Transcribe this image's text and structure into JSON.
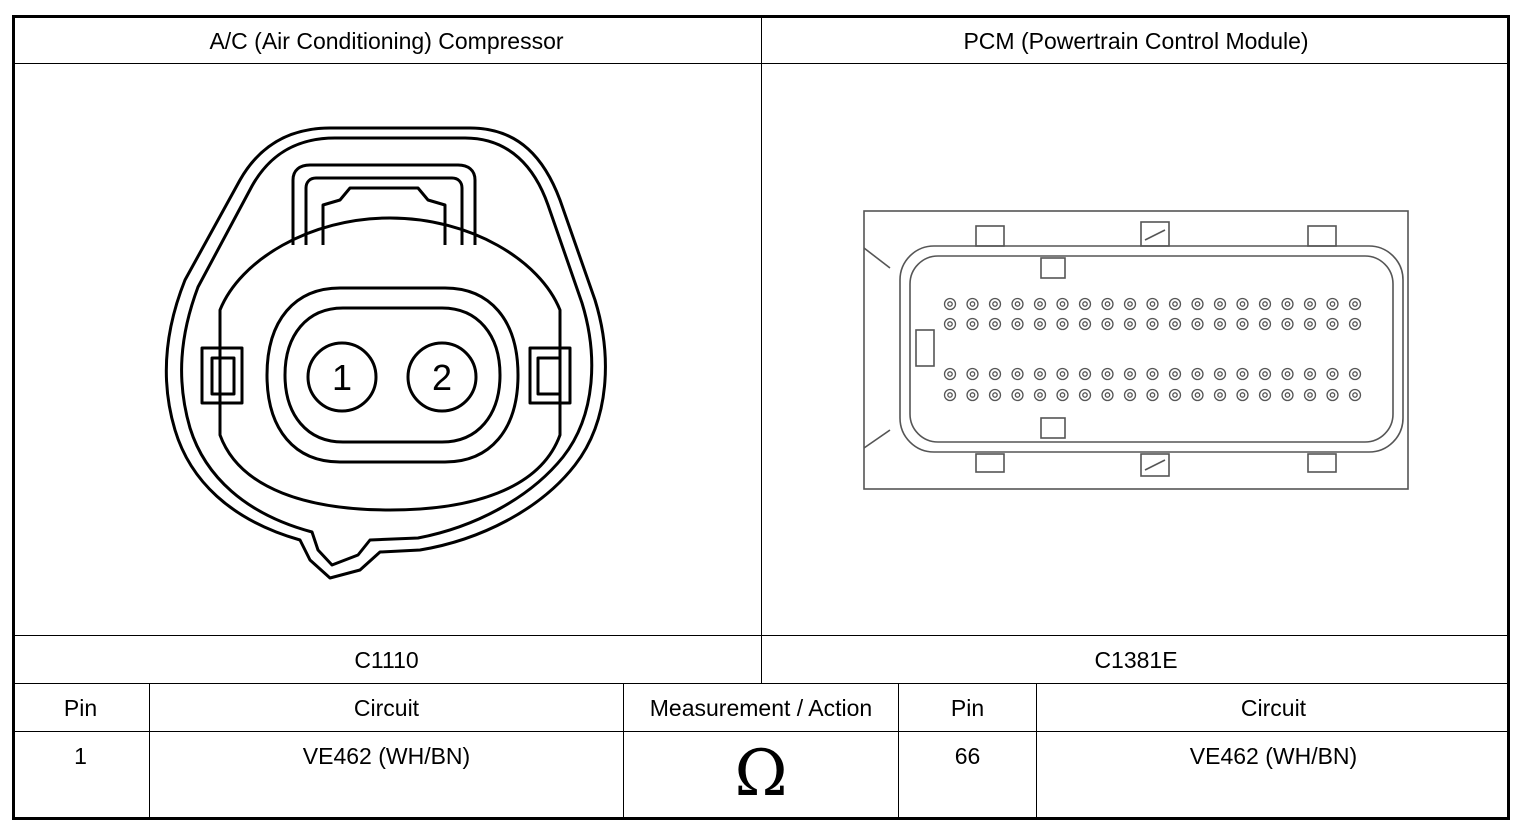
{
  "left_connector": {
    "header": "A/C (Air Conditioning) Compressor",
    "id": "C1110",
    "pins": [
      "1",
      "2"
    ]
  },
  "right_connector": {
    "header": "PCM (Powertrain Control Module)",
    "id": "C1381E"
  },
  "table": {
    "headers": {
      "pin_left": "Pin",
      "circuit_left": "Circuit",
      "measurement": "Measurement / Action",
      "pin_right": "Pin",
      "circuit_right": "Circuit"
    },
    "row": {
      "pin_left": "1",
      "circuit_left": "VE462 (WH/BN)",
      "measurement_symbol": "Ω",
      "pin_right": "66",
      "circuit_right": "VE462 (WH/BN)"
    }
  }
}
